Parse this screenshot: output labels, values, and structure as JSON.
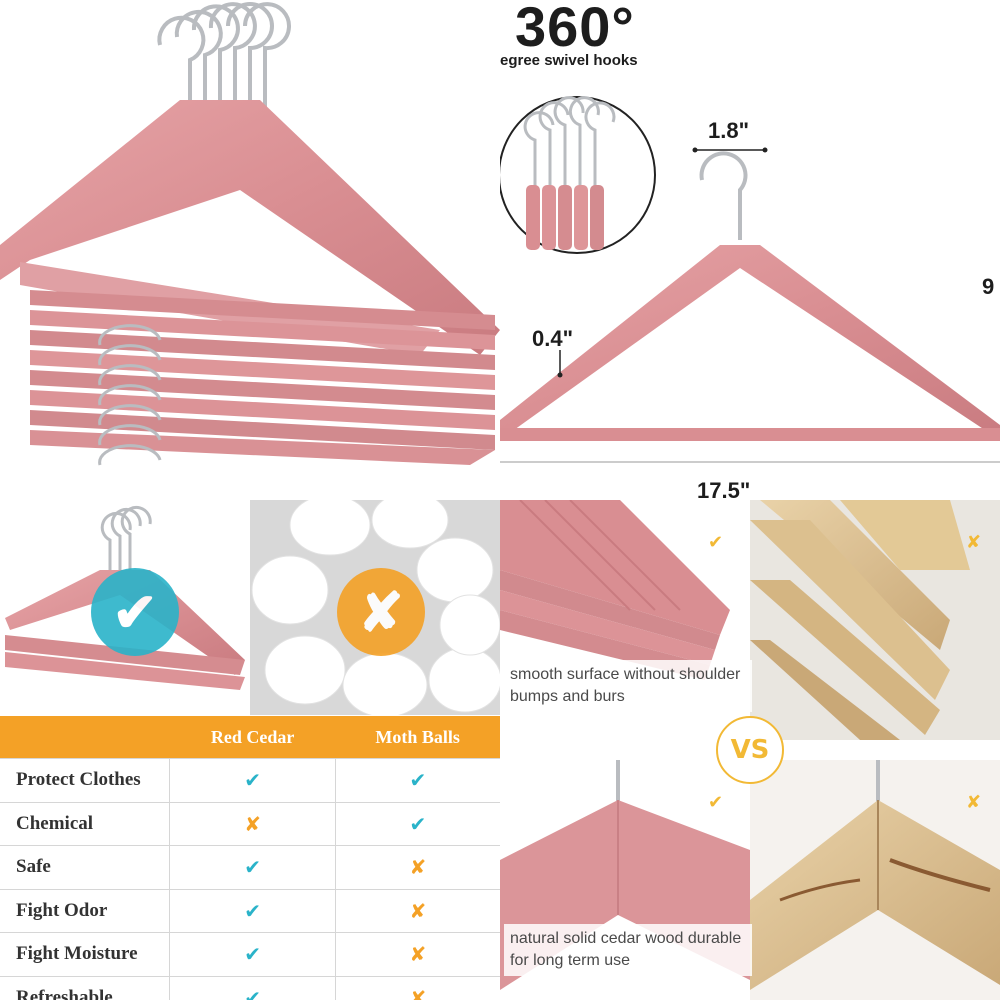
{
  "header": {
    "degrees": "360°",
    "swivel_caption": "egree swivel hooks"
  },
  "dimensions": {
    "hook_width": "1.8\"",
    "thickness": "0.4\"",
    "length": "17.5\"",
    "height_partial": "9"
  },
  "comparison_badges": {
    "red_cedar_mark": "✔",
    "moth_balls_mark": "✘"
  },
  "table": {
    "headers": [
      "Red Cedar",
      "Moth Balls"
    ],
    "rows": [
      {
        "label": "Protect Clothes",
        "red_cedar": "✔",
        "moth_balls": "✔"
      },
      {
        "label": "Chemical",
        "red_cedar": "✘",
        "moth_balls": "✔"
      },
      {
        "label": "Safe",
        "red_cedar": "✔",
        "moth_balls": "✘"
      },
      {
        "label": "Fight Odor",
        "red_cedar": "✔",
        "moth_balls": "✘"
      },
      {
        "label": "Fight Moisture",
        "red_cedar": "✔",
        "moth_balls": "✘"
      },
      {
        "label": "Refreshable",
        "red_cedar": "✔",
        "moth_balls": "✘"
      }
    ]
  },
  "features": {
    "surface_caption": "smooth surface without shoulder bumps and burs",
    "wood_caption": "natural solid cedar wood durable for long term use",
    "vs_label": "VS",
    "good_mark": "✔",
    "bad_mark": "✘"
  },
  "colors": {
    "cedar": "#d98e92",
    "accent_orange": "#f4a126",
    "accent_teal": "#2ab3c9",
    "vs_gold": "#f2b935"
  }
}
